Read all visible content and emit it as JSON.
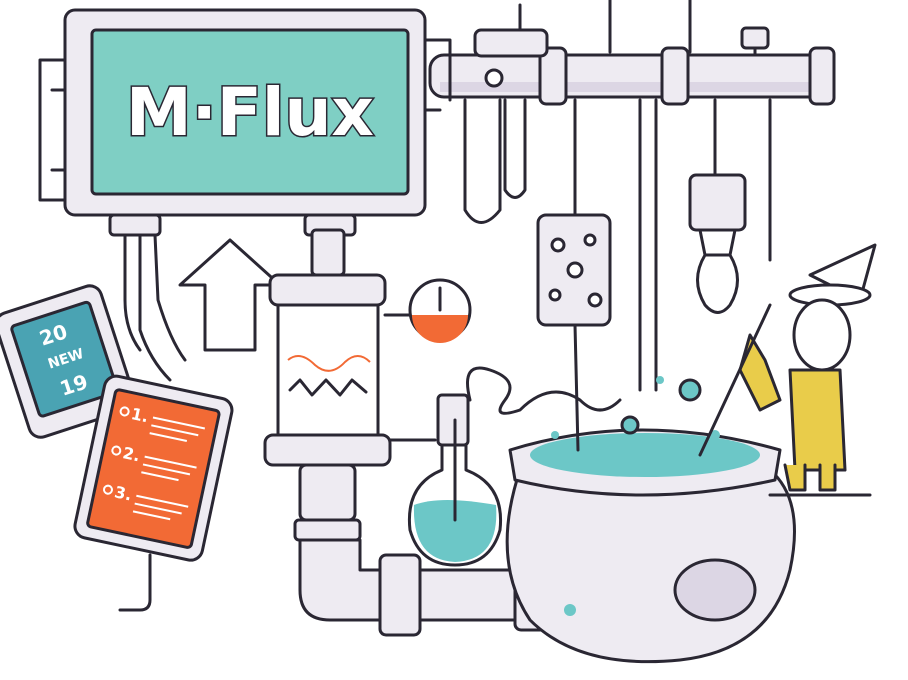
{
  "screen": {
    "title": "M·Flux",
    "color": "#7fcfc4"
  },
  "calendar": {
    "year_top": "20",
    "label": "NEW",
    "year_bottom": "19",
    "color": "#4aa3b3"
  },
  "checklist": {
    "items": [
      {
        "number": "1."
      },
      {
        "number": "2."
      },
      {
        "number": "3."
      }
    ],
    "color": "#f26a35"
  },
  "gauge": {
    "fill_color": "#f26a35",
    "level": 0.5
  },
  "cauldron": {
    "liquid_color": "#6cc7c7"
  },
  "colors": {
    "outline": "#2a2733",
    "pipe": "#eeebf2",
    "pipe_shade": "#dcd6e4",
    "accent_yellow": "#e9cc4a",
    "teal": "#6cc7c7"
  }
}
